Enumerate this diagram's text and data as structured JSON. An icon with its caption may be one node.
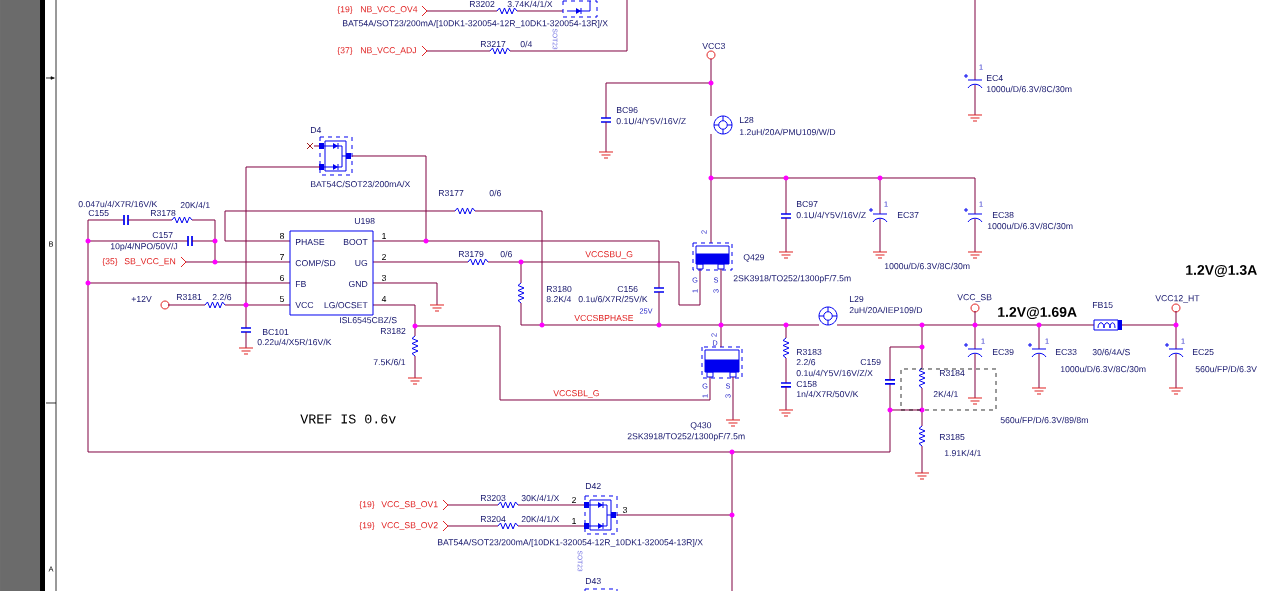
{
  "diagram": {
    "nodes": [
      {
        "text": [
          "U198",
          "PHASE",
          "BOOT",
          "COMP/SD",
          "UG",
          "FB",
          "GND",
          "VCC",
          "LG/OCSET"
        ],
        "beside": [
          "8",
          "1",
          "7",
          "2",
          "6",
          "3",
          "5",
          "4",
          "ISL6545CBZ/S"
        ]
      },
      {
        "text": [
          "R3184",
          "2K/4/1"
        ]
      }
    ],
    "labels": [
      "{19}",
      "NB_VCC_OV4",
      "R3202",
      "3.74K/4/1/X",
      "BAT54A/SOT23/200mA/[10DK1-320054-12R_10DK1-320054-13R]/X",
      "SOT23",
      "{37}",
      "NB_VCC_ADJ",
      "R3217",
      "0/4",
      "VCC3",
      "1",
      "EC4",
      "1000u/D/6.3V/8C/30m",
      "BC96",
      "0.1U/4/Y5V/16V/Z",
      "D4",
      "L28",
      "1.2uH/20A/PMU109/W/D",
      "BAT54C/SOT23/200mA/X",
      "R3177",
      "0/6",
      "0.047u/4/X7R/16V/K",
      "20K/4/1",
      "BC97",
      "1",
      "1",
      "C155",
      "R3178",
      "0.1U/4/Y5V/16V/Z",
      "EC37",
      "EC38",
      "1000u/D/6.3V/8C/30m",
      "2",
      "C157",
      "1000u/D/6.3V/8C/30m",
      "10p/4/NPO/50V/J",
      "R3179",
      "0/6",
      "VCCSBU_G",
      "Q429",
      "{35}",
      "SB_VCC_EN",
      "G",
      "S",
      "2SK3918/TO252/1300pF/7.5m",
      "1",
      "3",
      "R3180",
      "C156",
      "+12V",
      "R3181",
      "2.2/6",
      "8.2K/4",
      "0.1u/6/X7R/25V/K",
      "L29",
      "VCC_SB",
      "VCC12_HT",
      "25V",
      "FB15",
      "2uH/20A/IEP109/D",
      "1.2V@1.69A",
      "VCCSBPHASE",
      "BC101",
      "R3182",
      "2",
      "D",
      "1",
      "1",
      "1",
      "0.22u/4/X5R/16V/K",
      "R3183",
      "EC39",
      "EC33",
      "30/6/4A/S",
      "EC25",
      "7.5K/6/1",
      "2.2/6",
      "C159",
      "1000u/D/6.3V/8C/30m",
      "560u/FP/D/6.3V",
      "0.1u/4/Y5V/16V/Z/X",
      "G",
      "S",
      "C158",
      "VCCSBL_G",
      "1",
      "3",
      "1n/4/X7R/50V/K",
      "VREF IS 0.6v",
      "560u/FP/D/6.3V/89/8m",
      "Q430",
      "R3185",
      "2SK3918/TO252/1300pF/7.5m",
      "1.91K/4/1",
      "D42",
      "R3203",
      "30K/4/1/X",
      "2",
      "{19}",
      "VCC_SB_OV1",
      "3",
      "R3204",
      "20K/4/1/X",
      "1",
      "{19}",
      "VCC_SB_OV2",
      "BAT54A/SOT23/200mA/[10DK1-320054-12R_10DK1-320054-13R]/X",
      "SOT23",
      "D43",
      "1.2V@1.3A",
      "B",
      "A"
    ]
  }
}
